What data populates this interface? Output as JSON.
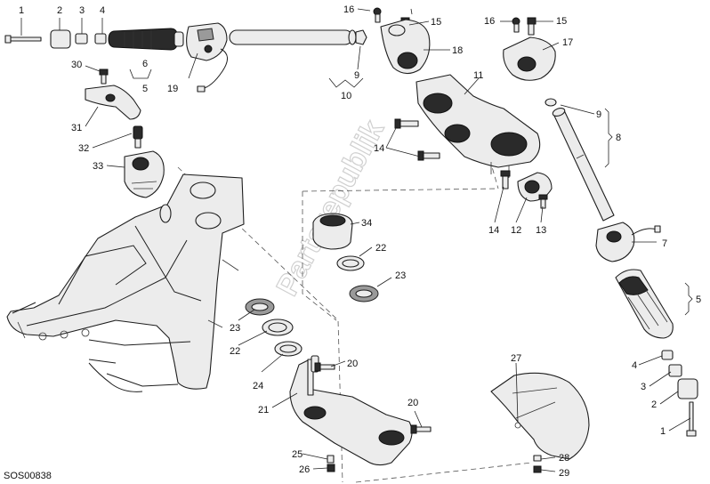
{
  "diagram": {
    "code": "SOS00838",
    "watermark": "Partsrepublik",
    "callouts": [
      {
        "id": "c1a",
        "text": "1"
      },
      {
        "id": "c2a",
        "text": "2"
      },
      {
        "id": "c3a",
        "text": "3"
      },
      {
        "id": "c4a",
        "text": "4"
      },
      {
        "id": "c6",
        "text": "6"
      },
      {
        "id": "c5a",
        "text": "5"
      },
      {
        "id": "c19",
        "text": "19"
      },
      {
        "id": "c9a",
        "text": "9"
      },
      {
        "id": "c10",
        "text": "10"
      },
      {
        "id": "c16a",
        "text": "16"
      },
      {
        "id": "c15a",
        "text": "15"
      },
      {
        "id": "c18",
        "text": "18"
      },
      {
        "id": "c16b",
        "text": "16"
      },
      {
        "id": "c15b",
        "text": "15"
      },
      {
        "id": "c17",
        "text": "17"
      },
      {
        "id": "c30",
        "text": "30"
      },
      {
        "id": "c31",
        "text": "31"
      },
      {
        "id": "c32",
        "text": "32"
      },
      {
        "id": "c33",
        "text": "33"
      },
      {
        "id": "c11",
        "text": "11"
      },
      {
        "id": "c14a",
        "text": "14"
      },
      {
        "id": "c9b",
        "text": "9"
      },
      {
        "id": "c8",
        "text": "8"
      },
      {
        "id": "c14b",
        "text": "14"
      },
      {
        "id": "c12",
        "text": "12"
      },
      {
        "id": "c13",
        "text": "13"
      },
      {
        "id": "c34",
        "text": "34"
      },
      {
        "id": "c22a",
        "text": "22"
      },
      {
        "id": "c23a",
        "text": "23"
      },
      {
        "id": "c7",
        "text": "7"
      },
      {
        "id": "c5b",
        "text": "5"
      },
      {
        "id": "c23b",
        "text": "23"
      },
      {
        "id": "c22b",
        "text": "22"
      },
      {
        "id": "c24",
        "text": "24"
      },
      {
        "id": "c20a",
        "text": "20"
      },
      {
        "id": "c21",
        "text": "21"
      },
      {
        "id": "c20b",
        "text": "20"
      },
      {
        "id": "c25",
        "text": "25"
      },
      {
        "id": "c26",
        "text": "26"
      },
      {
        "id": "c27",
        "text": "27"
      },
      {
        "id": "c28",
        "text": "28"
      },
      {
        "id": "c29",
        "text": "29"
      },
      {
        "id": "c4b",
        "text": "4"
      },
      {
        "id": "c3b",
        "text": "3"
      },
      {
        "id": "c2b",
        "text": "2"
      },
      {
        "id": "c1b",
        "text": "1"
      }
    ]
  }
}
